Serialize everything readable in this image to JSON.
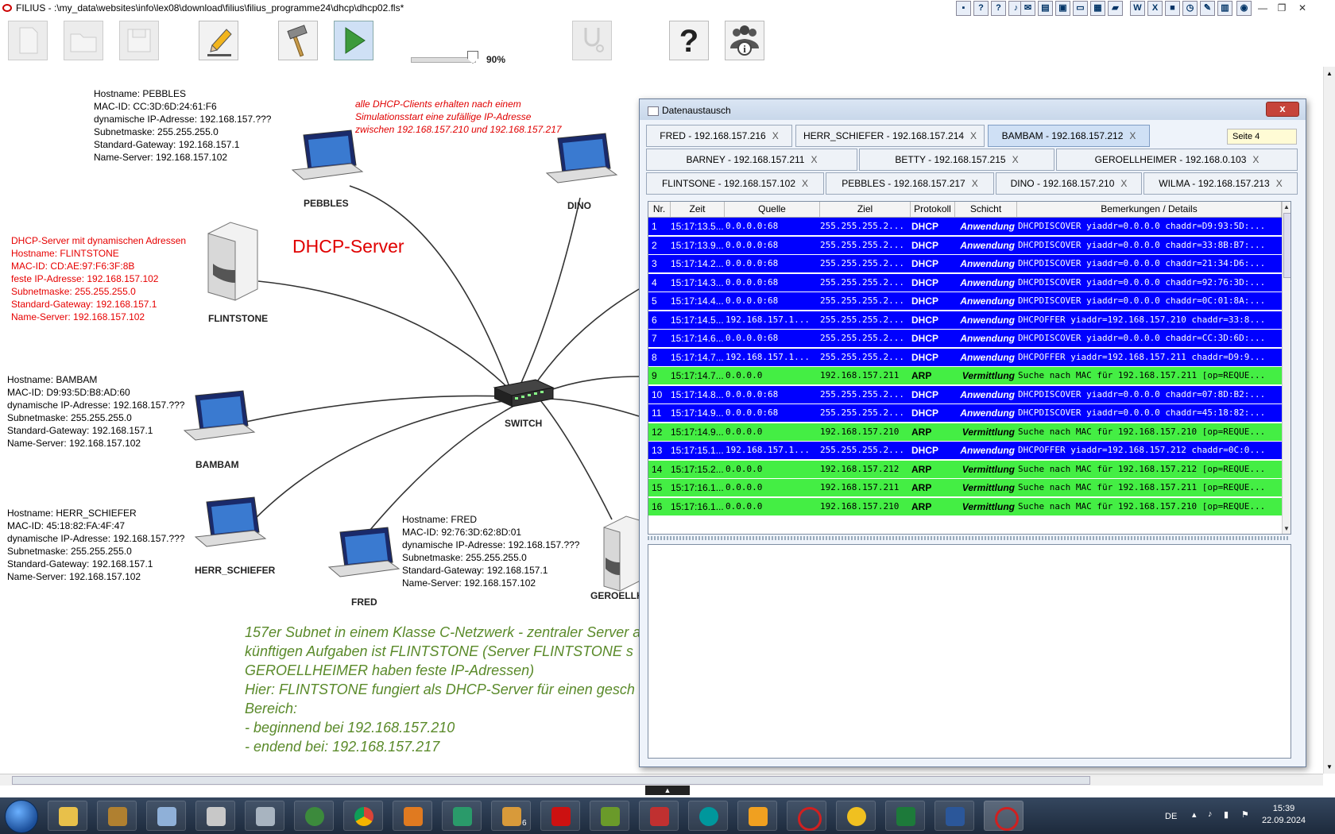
{
  "window": {
    "title": "FILIUS - :\\my_data\\websites\\info\\lex08\\download\\filius\\filius_programme24\\dhcp\\dhcp02.fls*"
  },
  "toolbar": {
    "zoom": "90%"
  },
  "colors": {
    "dhcp_row": "#0000ff",
    "arp_row": "#44ee44",
    "server_text": "#e60000",
    "note_text": "#e00000",
    "desc_text": "#5a8a2a"
  },
  "nodes": {
    "pebbles": "PEBBLES",
    "dino": "DINO",
    "flintstone": "FLINTSTONE",
    "bambam": "BAMBAM",
    "herr_schiefer": "HERR_SCHIEFER",
    "fred": "FRED",
    "switch": "SWITCH",
    "geroellheimer": "GEROELLHE"
  },
  "info": {
    "pebbles": "Hostname: PEBBLES\nMAC-ID: CC:3D:6D:24:61:F6\ndynamische IP-Adresse: 192.168.157.???\nSubnetmaske: 255.255.255.0\nStandard-Gateway: 192.168.157.1\nName-Server: 192.168.157.102",
    "flintstone": "DHCP-Server mit dynamischen Adressen\nHostname: FLINTSTONE\nMAC-ID: CD:AE:97:F6:3F:8B\nfeste IP-Adresse: 192.168.157.102\nSubnetmaske: 255.255.255.0\nStandard-Gateway: 192.168.157.1\nName-Server: 192.168.157.102",
    "bambam": "Hostname: BAMBAM\nMAC-ID: D9:93:5D:B8:AD:60\ndynamische IP-Adresse: 192.168.157.???\nSubnetmaske: 255.255.255.0\nStandard-Gateway: 192.168.157.1\nName-Server: 192.168.157.102",
    "herr_schiefer": "Hostname: HERR_SCHIEFER\nMAC-ID: 45:18:82:FA:4F:47\ndynamische IP-Adresse: 192.168.157.???\nSubnetmaske: 255.255.255.0\nStandard-Gateway: 192.168.157.1\nName-Server: 192.168.157.102",
    "fred": "Hostname: FRED\nMAC-ID: 92:76:3D:62:8D:01\ndynamische IP-Adresse: 192.168.157.???\nSubnetmaske: 255.255.255.0\nStandard-Gateway: 192.168.157.1\nName-Server: 192.168.157.102"
  },
  "note": {
    "line1": "alle DHCP-Clients erhalten nach einem",
    "line2": "Simulationsstart eine zufällige IP-Adresse",
    "line3": "zwischen 192.168.157.210 und 192.168.157.217"
  },
  "dhcp_server_label": "DHCP-Server",
  "description": {
    "line1": "157er Subnet in einem Klasse C-Netzwerk - zentraler Server a",
    "line2": "künftigen Aufgaben ist  FLINTSTONE (Server FLINTSTONE s",
    "line3": "GEROELLHEIMER haben feste IP-Adressen)",
    "line4": "Hier: FLINTSTONE fungiert als DHCP-Server für einen gesch",
    "line5": "Bereich:",
    "line6": "- beginnend bei 192.168.157.210",
    "line7": "- endend bei: 192.168.157.217"
  },
  "dialog": {
    "title": "Datenaustausch",
    "close": "x",
    "page": "Seite 4",
    "tabs_row1": [
      {
        "label": "FRED - 192.168.157.216",
        "x": "X"
      },
      {
        "label": "HERR_SCHIEFER - 192.168.157.214",
        "x": "X"
      },
      {
        "label": "BAMBAM - 192.168.157.212",
        "x": "X"
      }
    ],
    "tabs_row2": [
      {
        "label": "BARNEY - 192.168.157.211",
        "x": "X"
      },
      {
        "label": "BETTY - 192.168.157.215",
        "x": "X"
      },
      {
        "label": "GEROELLHEIMER - 192.168.0.103",
        "x": "X"
      }
    ],
    "tabs_row3": [
      {
        "label": "FLINTSONE - 192.168.157.102",
        "x": "X"
      },
      {
        "label": "PEBBLES - 192.168.157.217",
        "x": "X"
      },
      {
        "label": "DINO - 192.168.157.210",
        "x": "X"
      },
      {
        "label": "WILMA - 192.168.157.213",
        "x": "X"
      }
    ],
    "columns": [
      "Nr.",
      "Zeit",
      "Quelle",
      "Ziel",
      "Protokoll",
      "Schicht",
      "Bemerkungen / Details"
    ],
    "rows": [
      {
        "nr": "1",
        "zeit": "15:17:13.5...",
        "quelle": "0.0.0.0:68",
        "ziel": "255.255.255.2...",
        "protokoll": "DHCP",
        "schicht": "Anwendung",
        "details": "DHCPDISCOVER yiaddr=0.0.0.0 chaddr=D9:93:5D:..."
      },
      {
        "nr": "2",
        "zeit": "15:17:13.9...",
        "quelle": "0.0.0.0:68",
        "ziel": "255.255.255.2...",
        "protokoll": "DHCP",
        "schicht": "Anwendung",
        "details": "DHCPDISCOVER yiaddr=0.0.0.0 chaddr=33:8B:B7:..."
      },
      {
        "nr": "3",
        "zeit": "15:17:14.2...",
        "quelle": "0.0.0.0:68",
        "ziel": "255.255.255.2...",
        "protokoll": "DHCP",
        "schicht": "Anwendung",
        "details": "DHCPDISCOVER yiaddr=0.0.0.0 chaddr=21:34:D6:..."
      },
      {
        "nr": "4",
        "zeit": "15:17:14.3...",
        "quelle": "0.0.0.0:68",
        "ziel": "255.255.255.2...",
        "protokoll": "DHCP",
        "schicht": "Anwendung",
        "details": "DHCPDISCOVER yiaddr=0.0.0.0 chaddr=92:76:3D:..."
      },
      {
        "nr": "5",
        "zeit": "15:17:14.4...",
        "quelle": "0.0.0.0:68",
        "ziel": "255.255.255.2...",
        "protokoll": "DHCP",
        "schicht": "Anwendung",
        "details": "DHCPDISCOVER yiaddr=0.0.0.0 chaddr=0C:01:8A:..."
      },
      {
        "nr": "6",
        "zeit": "15:17:14.5...",
        "quelle": "192.168.157.1...",
        "ziel": "255.255.255.2...",
        "protokoll": "DHCP",
        "schicht": "Anwendung",
        "details": "DHCPOFFER yiaddr=192.168.157.210 chaddr=33:8..."
      },
      {
        "nr": "7",
        "zeit": "15:17:14.6...",
        "quelle": "0.0.0.0:68",
        "ziel": "255.255.255.2...",
        "protokoll": "DHCP",
        "schicht": "Anwendung",
        "details": "DHCPDISCOVER yiaddr=0.0.0.0 chaddr=CC:3D:6D:..."
      },
      {
        "nr": "8",
        "zeit": "15:17:14.7...",
        "quelle": "192.168.157.1...",
        "ziel": "255.255.255.2...",
        "protokoll": "DHCP",
        "schicht": "Anwendung",
        "details": "DHCPOFFER yiaddr=192.168.157.211 chaddr=D9:9..."
      },
      {
        "nr": "9",
        "zeit": "15:17:14.7...",
        "quelle": "0.0.0.0",
        "ziel": "192.168.157.211",
        "protokoll": "ARP",
        "schicht": "Vermittlung",
        "details": "Suche nach MAC für 192.168.157.211 [op=REQUE..."
      },
      {
        "nr": "10",
        "zeit": "15:17:14.8...",
        "quelle": "0.0.0.0:68",
        "ziel": "255.255.255.2...",
        "protokoll": "DHCP",
        "schicht": "Anwendung",
        "details": "DHCPDISCOVER yiaddr=0.0.0.0 chaddr=07:8D:B2:..."
      },
      {
        "nr": "11",
        "zeit": "15:17:14.9...",
        "quelle": "0.0.0.0:68",
        "ziel": "255.255.255.2...",
        "protokoll": "DHCP",
        "schicht": "Anwendung",
        "details": "DHCPDISCOVER yiaddr=0.0.0.0 chaddr=45:18:82:..."
      },
      {
        "nr": "12",
        "zeit": "15:17:14.9...",
        "quelle": "0.0.0.0",
        "ziel": "192.168.157.210",
        "protokoll": "ARP",
        "schicht": "Vermittlung",
        "details": "Suche nach MAC für 192.168.157.210 [op=REQUE..."
      },
      {
        "nr": "13",
        "zeit": "15:17:15.1...",
        "quelle": "192.168.157.1...",
        "ziel": "255.255.255.2...",
        "protokoll": "DHCP",
        "schicht": "Anwendung",
        "details": "DHCPOFFER yiaddr=192.168.157.212 chaddr=0C:0..."
      },
      {
        "nr": "14",
        "zeit": "15:17:15.2...",
        "quelle": "0.0.0.0",
        "ziel": "192.168.157.212",
        "protokoll": "ARP",
        "schicht": "Vermittlung",
        "details": "Suche nach MAC für 192.168.157.212 [op=REQUE..."
      },
      {
        "nr": "15",
        "zeit": "15:17:16.1...",
        "quelle": "0.0.0.0",
        "ziel": "192.168.157.211",
        "protokoll": "ARP",
        "schicht": "Vermittlung",
        "details": "Suche nach MAC für 192.168.157.211 [op=REQUE..."
      },
      {
        "nr": "16",
        "zeit": "15:17:16.1...",
        "quelle": "0.0.0.0",
        "ziel": "192.168.157.210",
        "protokoll": "ARP",
        "schicht": "Vermittlung",
        "details": "Suche nach MAC für 192.168.157.210 [op=REQUE..."
      }
    ]
  },
  "taskbar": {
    "lang": "DE",
    "time": "15:39",
    "date": "22.09.2024",
    "badge": "6"
  }
}
